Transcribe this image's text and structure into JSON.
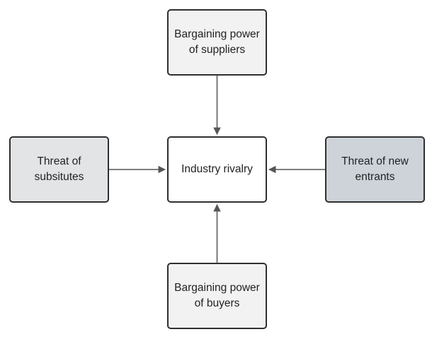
{
  "diagram": {
    "nodes": [
      {
        "id": "suppliers",
        "label": "Bargaining power\nof suppliers",
        "fill": "#f2f2f3"
      },
      {
        "id": "substitutes",
        "label": "Threat of\nsubsitutes",
        "fill": "#e3e4e6"
      },
      {
        "id": "rivalry",
        "label": "Industry rivalry",
        "fill": "#ffffff"
      },
      {
        "id": "entrants",
        "label": "Threat of new\nentrants",
        "fill": "#ced3da"
      },
      {
        "id": "buyers",
        "label": "Bargaining power\nof buyers",
        "fill": "#f2f2f3"
      }
    ],
    "edges": [
      {
        "from": "suppliers",
        "to": "rivalry"
      },
      {
        "from": "substitutes",
        "to": "rivalry"
      },
      {
        "from": "entrants",
        "to": "rivalry"
      },
      {
        "from": "buyers",
        "to": "rivalry"
      }
    ],
    "colors": {
      "border": "#2f2f2f",
      "arrow": "#555555",
      "text": "#222222"
    }
  }
}
